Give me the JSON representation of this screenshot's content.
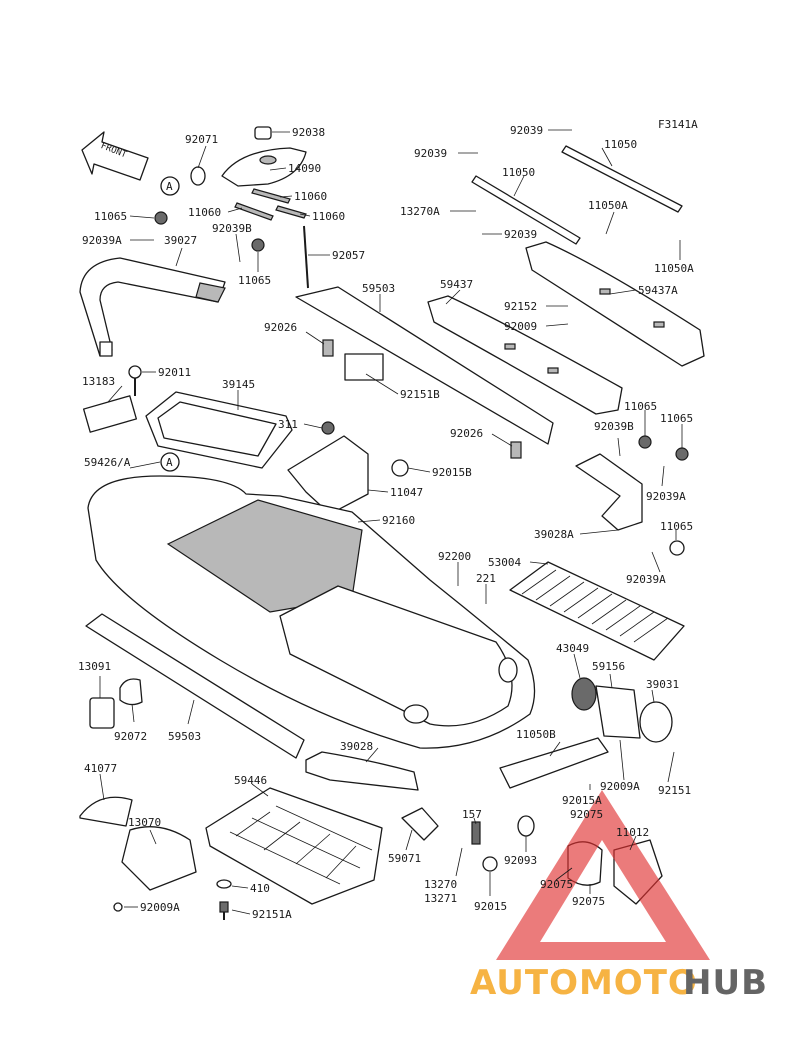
{
  "diagram_code": "F3141A",
  "front_label": "FRONT",
  "callout_letter": "A",
  "watermark": {
    "text_part1": "AUTOMOTO",
    "text_part2": "HUB",
    "color_part1": "#f5a623",
    "color_part2": "#4a4a4a",
    "triangle_color": "#e03030"
  },
  "part_numbers": [
    "92071",
    "92038",
    "14090",
    "11060",
    "11060",
    "11060",
    "11065",
    "92039A",
    "39027",
    "92039B",
    "11065",
    "92057",
    "92039",
    "92039",
    "11050",
    "11050",
    "13270A",
    "92039",
    "11050A",
    "11050A",
    "59437",
    "59437A",
    "59503",
    "92026",
    "92152",
    "92009",
    "92151B",
    "92026",
    "92011",
    "13183",
    "39145",
    "311",
    "92015B",
    "11047",
    "59426/A",
    "92160",
    "11065",
    "11065",
    "92039B",
    "92039A",
    "39028A",
    "11065",
    "92039A",
    "53004",
    "92200",
    "221",
    "13091",
    "92072",
    "59503",
    "43049",
    "59156",
    "39031",
    "11050B",
    "39028",
    "92009A",
    "92151",
    "41077",
    "59446",
    "92015A",
    "92075",
    "11012",
    "157",
    "13070",
    "59071",
    "92093",
    "92075",
    "92075",
    "410",
    "13270",
    "13271",
    "92015",
    "92009A",
    "92151A"
  ]
}
